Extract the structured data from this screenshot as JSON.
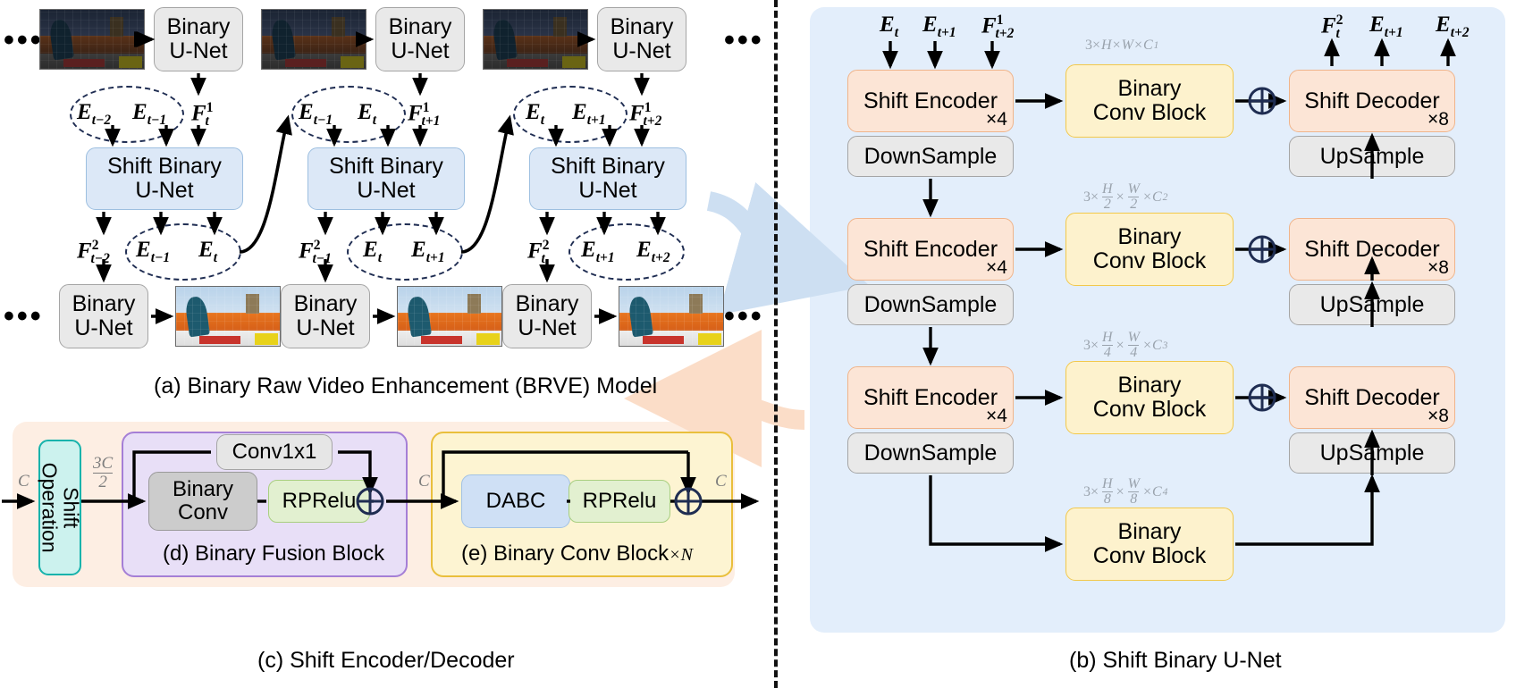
{
  "figure": {
    "captions": {
      "a": "(a) Binary Raw Video Enhancement (BRVE) Model",
      "b": "(b) Shift Binary U-Net",
      "c": "(c) Shift Encoder/Decoder",
      "d": "(d) Binary Fusion Block",
      "e_text": "(e) Binary Conv Block",
      "e_mult": "×N"
    },
    "ellipsis": "•••"
  },
  "panel_a": {
    "binary_unet_label": "Binary\nU-Net",
    "shift_binary_unet_label": "Shift Binary\nU-Net",
    "top_unets": [
      {
        "label": "Binary\nU-Net"
      },
      {
        "label": "Binary\nU-Net"
      },
      {
        "label": "Binary\nU-Net"
      }
    ],
    "bottom_unets": [
      {
        "label": "Binary\nU-Net"
      },
      {
        "label": "Binary\nU-Net"
      },
      {
        "label": "Binary\nU-Net"
      }
    ],
    "shift_unets": [
      {
        "label": "Shift Binary\nU-Net"
      },
      {
        "label": "Shift Binary\nU-Net"
      },
      {
        "label": "Shift Binary\nU-Net"
      }
    ],
    "stage_inputs": [
      {
        "e1": "E",
        "e1_sub": "t−2",
        "e2": "E",
        "e2_sub": "t−1",
        "f": "F",
        "f_sup": "1",
        "f_sub": "t"
      },
      {
        "e1": "E",
        "e1_sub": "t−1",
        "e2": "E",
        "e2_sub": "t",
        "f": "F",
        "f_sup": "1",
        "f_sub": "t+1"
      },
      {
        "e1": "E",
        "e1_sub": "t",
        "e2": "E",
        "e2_sub": "t+1",
        "f": "F",
        "f_sup": "1",
        "f_sub": "t+2"
      }
    ],
    "stage_outputs": [
      {
        "f": "F",
        "f_sup": "2",
        "f_sub": "t−2",
        "e1": "E",
        "e1_sub": "t−1",
        "e2": "E",
        "e2_sub": "t"
      },
      {
        "f": "F",
        "f_sup": "2",
        "f_sub": "t−1",
        "e1": "E",
        "e1_sub": "t",
        "e2": "E",
        "e2_sub": "t+1"
      },
      {
        "f": "F",
        "f_sup": "2",
        "f_sub": "t",
        "e1": "E",
        "e1_sub": "t+1",
        "e2": "E",
        "e2_sub": "t+2"
      }
    ]
  },
  "panel_b": {
    "inputs": [
      {
        "sym": "E",
        "sub": "t",
        "sup": ""
      },
      {
        "sym": "E",
        "sub": "t+1",
        "sup": ""
      },
      {
        "sym": "F",
        "sub": "t+2",
        "sup": "1"
      }
    ],
    "outputs": [
      {
        "sym": "F",
        "sub": "t",
        "sup": "2"
      },
      {
        "sym": "E",
        "sub": "t+1",
        "sup": ""
      },
      {
        "sym": "E",
        "sub": "t+2",
        "sup": ""
      }
    ],
    "encoder_label": "Shift Encoder",
    "encoder_mult": "×4",
    "decoder_label": "Shift Decoder",
    "decoder_mult": "×8",
    "downsample_label": "DownSample",
    "upsample_label": "UpSample",
    "conv_block_label": "Binary\nConv Block",
    "levels": [
      {
        "dim_prefix": "3×",
        "h": "H",
        "w": "W",
        "div": "",
        "channel": "C",
        "channel_sub": "1"
      },
      {
        "dim_prefix": "3×",
        "h": "H",
        "w": "W",
        "div": "2",
        "channel": "C",
        "channel_sub": "2"
      },
      {
        "dim_prefix": "3×",
        "h": "H",
        "w": "W",
        "div": "4",
        "channel": "C",
        "channel_sub": "3"
      },
      {
        "dim_prefix": "3×",
        "h": "H",
        "w": "W",
        "div": "8",
        "channel": "C",
        "channel_sub": "4"
      }
    ],
    "add_symbol": "⊕"
  },
  "panel_c": {
    "shift_operation_label": "Shift\nOperation",
    "in_channel": "C",
    "shift_out_num": "3C",
    "shift_out_den": "2",
    "mid_channel": "C",
    "out_channel": "C",
    "conv1x1_label": "Conv1x1",
    "binary_conv_label": "Binary\nConv",
    "rprelu_label": "RPRelu",
    "rprelu_label2": "RPRelu",
    "dabc_label": "DABC",
    "add_symbol": "⊕"
  }
}
